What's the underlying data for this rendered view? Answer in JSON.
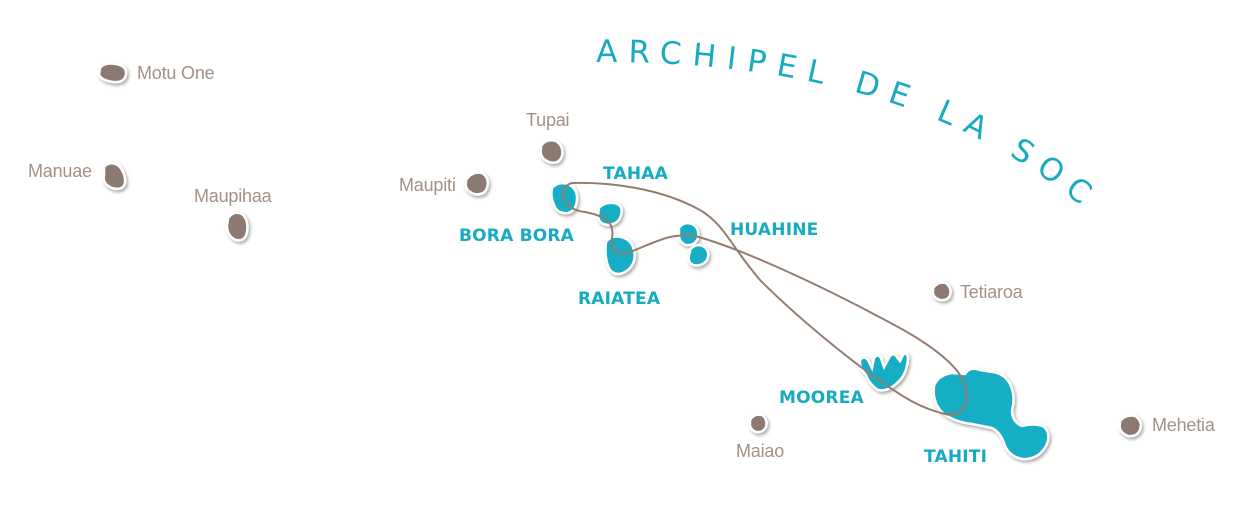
{
  "title": "ARCHIPEL DE LA SOCIÉTÉ",
  "colors": {
    "highlight": "#14aec4",
    "other": "#8c7a70",
    "route": "#957c70",
    "label_other": "#a39086"
  },
  "labels": {
    "motu_one": "Motu One",
    "manuae": "Manuae",
    "maupihaa": "Maupihaa",
    "maupiti": "Maupiti",
    "tupai": "Tupai",
    "tahaa": "TAHAA",
    "bora_bora": "BORA BORA",
    "huahine": "HUAHINE",
    "raiatea": "RAIATEA",
    "tetiaroa": "Tetiaroa",
    "moorea": "MOOREA",
    "maiao": "Maiao",
    "tahiti": "TAHITI",
    "mehetia": "Mehetia"
  }
}
